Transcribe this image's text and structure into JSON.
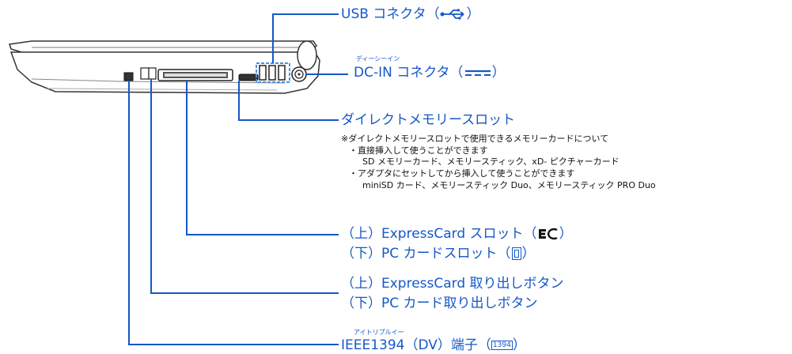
{
  "labels": {
    "usb_prefix": "USB コネクタ（",
    "usb_suffix": "）",
    "dcin_ruby": "ディーシーイン",
    "dcin_prefix": "DC-IN",
    "dcin_text": " コネクタ（",
    "dcin_suffix": "）",
    "direct_memory": "ダイレクトメモリースロット",
    "expresscard_slot_prefix": "（上）ExpressCard スロット（",
    "expresscard_slot_suffix": "）",
    "pccard_slot_prefix": "（下）PC カードスロット（",
    "pccard_slot_suffix": "）",
    "expresscard_eject": "（上）ExpressCard 取り出しボタン",
    "pccard_eject": "（下）PC カード取り出しボタン",
    "ieee_ruby": "アイトリプルイー",
    "ieee_prefix": "IEEE1394（DV）端子（",
    "ieee_icon": "1394",
    "ieee_suffix": "）"
  },
  "notes": {
    "line1": "※ダイレクトメモリースロットで使用できるメモリーカードについて",
    "line2": "・直接挿入して使うことができます",
    "line3": "SD メモリーカード、メモリースティック、xD- ピクチャーカード",
    "line4": "・アダプタにセットしてから挿入して使うことができます",
    "line5": "miniSD カード、メモリースティック Duo、メモリースティック PRO Duo"
  },
  "colors": {
    "accent": "#1558c8",
    "line": "#1558c8",
    "device_outline": "#333333",
    "highlight_box": "#4a90e2"
  },
  "icons": [
    "usb-symbol-icon",
    "dc-symbol-icon",
    "expresscard-logo-icon",
    "pccard-symbol-icon",
    "ieee1394-icon"
  ]
}
